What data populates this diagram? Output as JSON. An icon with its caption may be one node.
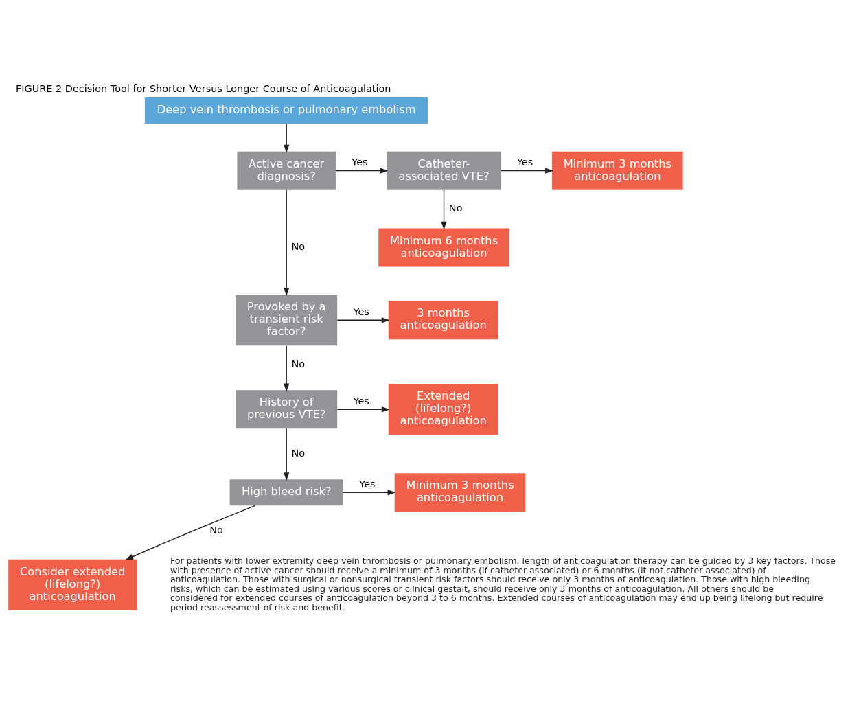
{
  "diagram": {
    "title": "FIGURE 2 Decision Tool for Shorter Versus Longer Course of Anticoagulation",
    "caption": "For patients with lower extremity deep vein thrombosis or pulmonary embolism, length of anticoagulation therapy can be guided by 3 key factors. Those with presence of active cancer should receive a minimum of 3 months (if catheter-associated) or 6 months (it not catheter-associated) of anticoagulation. Those with surgical or nonsurgical transient risk factors should receive only 3 months of anticoagulation. Those with high bleeding risks, which can be estimated using various scores or clinical gestalt, should receive only 3 months of anticoagulation. All others should be considered for extended courses of anticoagulation beyond 3 to 6 months. Extended courses of anticoagulation may end up being lifelong but require period reassessment of risk and benefit.",
    "nodes": [
      {
        "text": [
          "Deep vein thrombosis or pulmonary embolism"
        ]
      },
      {
        "text": [
          "Active cancer diagnosis?"
        ]
      },
      {
        "text": [
          "Catheter-associated VTE?"
        ]
      },
      {
        "text": [
          "Minimum 3 months anticoagulation"
        ]
      },
      {
        "text": [
          "Minimum 6 months anticoagulation"
        ]
      },
      {
        "text": [
          "Provoked by a transient risk factor?"
        ]
      },
      {
        "text": [
          "3 months anticoagulation"
        ]
      },
      {
        "text": [
          "History of previous VTE?"
        ]
      },
      {
        "text": [
          "Extended (lifelong?) anticoagulation"
        ]
      },
      {
        "text": [
          "High bleed risk?"
        ]
      },
      {
        "text": [
          "Minimum 3 months anticoagulation"
        ]
      },
      {
        "text": [
          "Consider extended (lifelong?) anticoagulation"
        ]
      }
    ],
    "edges": [
      {
        "from": 0,
        "to": 1,
        "arrow": "to"
      },
      {
        "from": 1,
        "to": 2,
        "arrow": "to",
        "label": "Yes"
      },
      {
        "from": 1,
        "to": 5,
        "arrow": "to",
        "label": "No"
      },
      {
        "from": 2,
        "to": 3,
        "arrow": "to",
        "label": "Yes"
      },
      {
        "from": 2,
        "to": 4,
        "arrow": "to",
        "label": "No"
      },
      {
        "from": 5,
        "to": 6,
        "arrow": "to",
        "label": "Yes"
      },
      {
        "from": 5,
        "to": 7,
        "arrow": "to",
        "label": "No"
      },
      {
        "from": 7,
        "to": 8,
        "arrow": "to",
        "label": "Yes"
      },
      {
        "from": 7,
        "to": 9,
        "arrow": "to",
        "label": "No"
      },
      {
        "from": 9,
        "to": 10,
        "arrow": "to",
        "label": "Yes"
      },
      {
        "from": 9,
        "to": 11,
        "arrow": "to",
        "label": "No"
      }
    ]
  }
}
